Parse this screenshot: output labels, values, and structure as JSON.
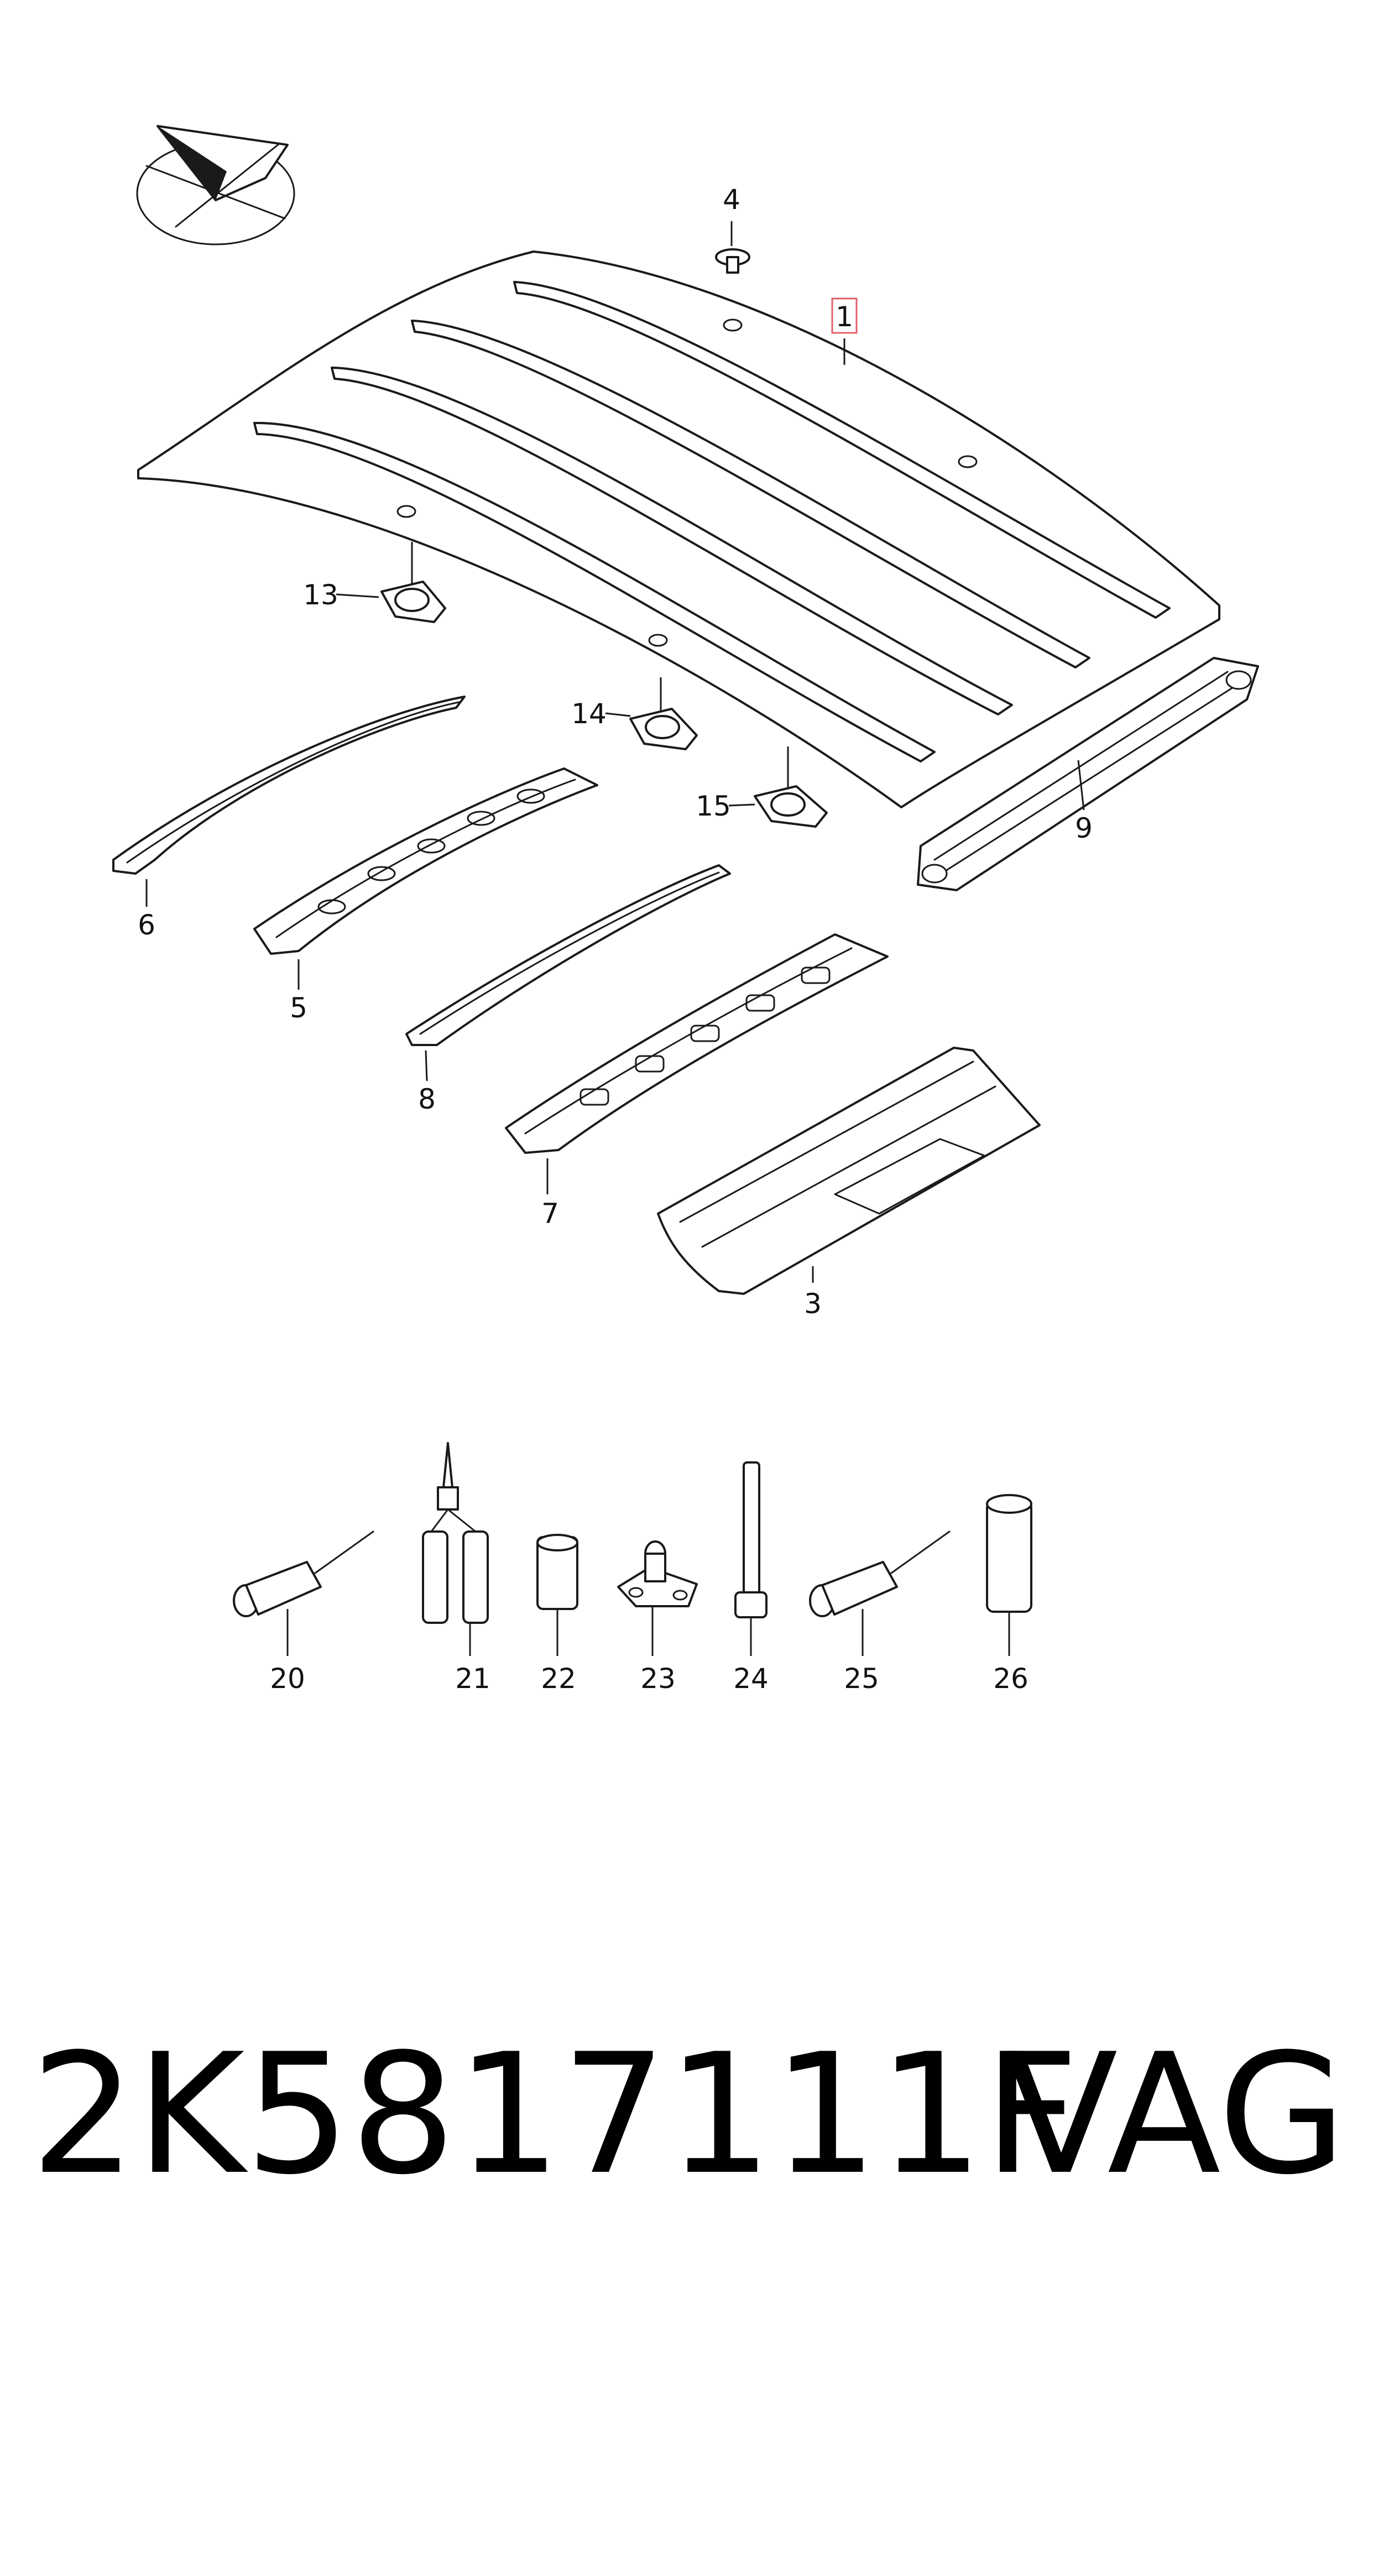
{
  "diagram": {
    "callouts": [
      {
        "id": "p1",
        "label": "1",
        "highlighted": true
      },
      {
        "id": "p3",
        "label": "3"
      },
      {
        "id": "p4",
        "label": "4"
      },
      {
        "id": "p5",
        "label": "5"
      },
      {
        "id": "p6",
        "label": "6"
      },
      {
        "id": "p7",
        "label": "7"
      },
      {
        "id": "p8",
        "label": "8"
      },
      {
        "id": "p9",
        "label": "9"
      },
      {
        "id": "p13",
        "label": "13"
      },
      {
        "id": "p14",
        "label": "14"
      },
      {
        "id": "p15",
        "label": "15"
      },
      {
        "id": "p20",
        "label": "20"
      },
      {
        "id": "p21",
        "label": "21"
      },
      {
        "id": "p22",
        "label": "22"
      },
      {
        "id": "p23",
        "label": "23"
      },
      {
        "id": "p24",
        "label": "24"
      },
      {
        "id": "p25",
        "label": "25"
      },
      {
        "id": "p26",
        "label": "26"
      }
    ]
  },
  "colors": {
    "line": "#1a1a1a",
    "highlight": "#e35f6a",
    "background": "#ffffff"
  },
  "footer": {
    "part_number": "2K5817111F",
    "brand": "VAG"
  }
}
